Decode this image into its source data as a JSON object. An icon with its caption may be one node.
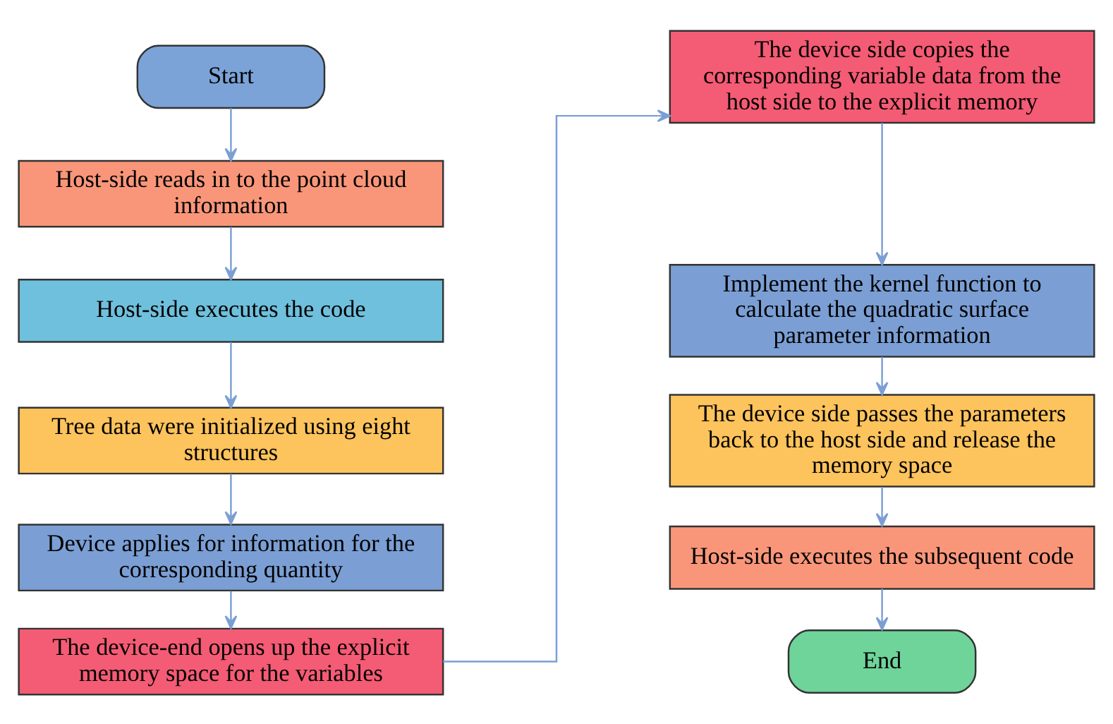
{
  "diagram": {
    "nodes": [
      {
        "text": [
          "Start"
        ]
      },
      {
        "text": [
          "Host-side reads in to the point cloud information"
        ]
      },
      {
        "text": [
          "Host-side executes the code"
        ]
      },
      {
        "text": [
          "Tree data were initialized using eight structures"
        ]
      },
      {
        "text": [
          "Device applies for information for the corresponding quantity"
        ]
      },
      {
        "text": [
          "The device-end opens up the explicit memory space for the variables"
        ]
      },
      {
        "text": [
          "The device side copies the corresponding variable data from the host side to the explicit memory"
        ]
      },
      {
        "text": [
          "Implement the kernel function to calculate the quadratic surface parameter information"
        ]
      },
      {
        "text": [
          "The device side passes the parameters back to the host side and release the memory space"
        ]
      },
      {
        "text": [
          "Host-side executes the subsequent code"
        ]
      },
      {
        "text": [
          "End"
        ]
      }
    ],
    "edges": [
      {
        "from": 0,
        "to": 1,
        "arrow": "to"
      },
      {
        "from": 1,
        "to": 2,
        "arrow": "to"
      },
      {
        "from": 2,
        "to": 3,
        "arrow": "to"
      },
      {
        "from": 3,
        "to": 4,
        "arrow": "to"
      },
      {
        "from": 4,
        "to": 5,
        "arrow": "to"
      },
      {
        "from": 5,
        "to": 6,
        "arrow": "to"
      },
      {
        "from": 6,
        "to": 7,
        "arrow": "to"
      },
      {
        "from": 7,
        "to": 8,
        "arrow": "to"
      },
      {
        "from": 8,
        "to": 9,
        "arrow": "to"
      },
      {
        "from": 9,
        "to": 10,
        "arrow": "to"
      }
    ]
  }
}
